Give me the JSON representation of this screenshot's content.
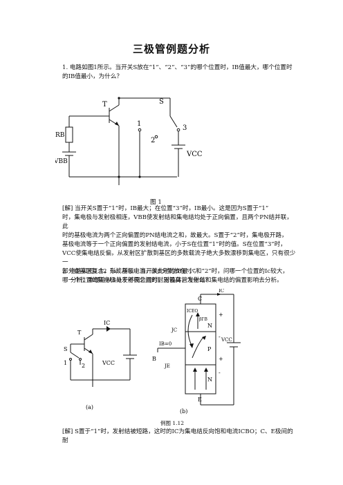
{
  "document": {
    "title": "三极管例题分析",
    "q1": {
      "text": "1.  电路如图1所示。当开关S放在“1”、“2”、“3”的哪个位置时，I",
      "line1": "1.  电路如图1所示。当开关S放在“1”、“2”、“3”的哪个位置时，IB值最大，哪个位置时",
      "line2": "的IB值最小，为什么？"
    },
    "fig1": {
      "caption": "图  1",
      "labels": {
        "t": "T",
        "s": "S",
        "rb": "RB",
        "vbb": "VBB",
        "vcc": "VCC",
        "p1": "1",
        "p2": "2",
        "p3": "3"
      }
    },
    "ans1": {
      "lines": [
        "[解]  当开关S置于“1”时，IB最大；在位置“3”时，IB最小。这是因为S置于“1”",
        "时，集电极与发射极相连，VBB使发射结和集电结均处于正向偏置，且两个PN结并联，此",
        "时的基极电流为两个正向偏置的PN结电流之和，故最大。S置于“2”时，集电极开路，",
        "基极电流等于一个正向偏置的发射结电流，小于S在位置“1”时的值。S在位置“3”时，",
        "VCC使集电结反偏，从发射区扩散到基区的多数载流子绝大多数漂移到集电区，只有很少一",
        "部分在基区复合，形成基极电流，故此时的IB最小。"
      ],
      "analysis": "分析：本题应从S处于不同位置时，对晶体管发射结和集电结的偏置影响去分析。"
    },
    "q2": {
      "lines": [
        "2.  电路如图1.12（a）所示。当开关S分别放在“1”和“2”时，问哪一个位置的Ic较大，",
        "哪一个位置的集电极与发射极之间的耐压较高，为什么？"
      ]
    },
    "fig2": {
      "caption": "例图 1.12",
      "sub_a": "(a)",
      "sub_b": "(b)",
      "labels_a": {
        "t": "T",
        "s": "S",
        "ic": "IC",
        "p1": "1",
        "p2": "2",
        "vcc": "VCC"
      },
      "labels_b": {
        "c": "C",
        "b": "B",
        "e": "E",
        "n_top": "N",
        "p": "P",
        "n_bot": "N",
        "jc": "JC",
        "je": "JE",
        "ib": "IB=0",
        "ic": "IC",
        "iceo": "ICEO",
        "beta": "βI'B",
        "vcc": "VCC",
        "plus": "+",
        "minus": "-"
      }
    },
    "ans2": {
      "line": "[解] S置于“1”时，发射结被短路，这时的IC为集电结反向饱和电流ICBO；C、E极间的耐"
    }
  }
}
